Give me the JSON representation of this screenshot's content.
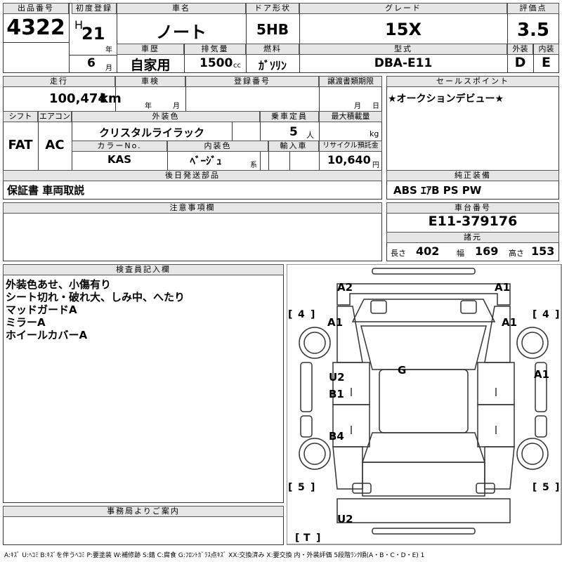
{
  "header": {
    "lot_no_label": "出品番号",
    "lot_no": "4322",
    "first_reg_label": "初度登録",
    "era": "H",
    "reg_year": "21",
    "year_unit": "年",
    "reg_month": "6",
    "month_unit": "月",
    "car_name_label": "車名",
    "car_name": "ノート",
    "usage_label": "車歴",
    "usage": "自家用",
    "displacement_label": "排気量",
    "displacement": "1500",
    "displacement_unit": "cc",
    "door_label": "ドア形状",
    "door": "5HB",
    "fuel_label": "燃料",
    "fuel": "ｶﾞｿﾘﾝ",
    "grade_label": "グレード",
    "grade": "15X",
    "model_label": "型式",
    "model": "DBA-E11",
    "score_label": "評価点",
    "score": "3.5",
    "exterior_label": "外装",
    "exterior": "D",
    "interior_label": "内装",
    "interior": "E"
  },
  "row2": {
    "mileage_label": "走行",
    "mileage": "100,474",
    "mileage_unit": "km",
    "inspection_label": "車検",
    "insp_year_unit": "年",
    "insp_month_unit": "月",
    "regno_label": "登録番号",
    "transfer_label": "譲渡書類期限",
    "transfer_month_unit": "月",
    "transfer_day_unit": "日",
    "shift_label": "シフト",
    "shift": "FAT",
    "ac_label": "エアコン",
    "ac": "AC",
    "color_label": "外装色",
    "color": "クリスタルライラック",
    "capacity_label": "乗車定員",
    "capacity": "5",
    "capacity_unit": "人",
    "load_label": "最大積載量",
    "load_unit": "kg",
    "color_no_label": "カラーNo.",
    "color_no": "KAS",
    "interior_color_label": "内装色",
    "interior_color": "ﾍﾞｰｼﾞｭ",
    "interior_color_unit": "系",
    "import_label": "輸入車",
    "recycle_label": "リサイクル預託金",
    "recycle": "10,640",
    "recycle_unit": "円"
  },
  "later_parts": {
    "label": "後日発送部品",
    "text": "保証書 車両取説"
  },
  "sales_point": {
    "label": "セールスポイント",
    "text": "★オークションデビュー★"
  },
  "equipment": {
    "label": "純正装備",
    "text": "ABS ｴｱB PS PW"
  },
  "notes": {
    "label": "注意事項欄"
  },
  "chassis": {
    "label": "車台番号",
    "number": "E11-379176",
    "specs_label": "諸元",
    "length_label": "長さ",
    "length": "402",
    "width_label": "幅",
    "width": "169",
    "height_label": "高さ",
    "height": "153"
  },
  "inspector": {
    "label": "検査員記入欄",
    "lines": [
      "外装色あせ、小傷有り",
      "シート切れ・破れ大、しみ中、へたり",
      "マッドガードA",
      "ミラーA",
      "ホイールカバーA"
    ]
  },
  "office": {
    "label": "事務局よりご案内"
  },
  "diagram": {
    "marks": {
      "front_left": "A2",
      "front_right": "A1",
      "fender_left": "A1",
      "fender_right": "A1",
      "roof": "G",
      "door_right": "A1",
      "door_fl": "U2",
      "door_fl2": "B1",
      "door_rl": "B4",
      "rear": "U2"
    },
    "tire_fl": "4",
    "tire_fr": "4",
    "tire_rl": "5",
    "tire_rr": "5",
    "spare": "T"
  },
  "legend": "A:ｷｽﾞ U:ﾍｺﾐ B:ｷｽﾞを伴うﾍｺﾐ P:要塗装 W:補修跡 S:錆 C:腐食 G:ﾌﾛﾝﾄｶﾞﾗｽ点ｷｽﾞ XX:交換済み X:要交換 内・外装評価 5段階ﾗﾝｸ順(A・B・C・D・E) 1"
}
